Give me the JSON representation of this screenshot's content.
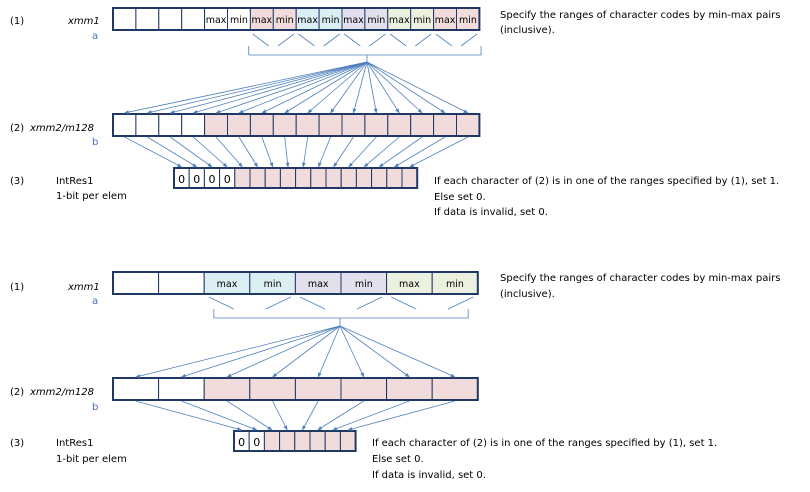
{
  "panel1": {
    "row1": {
      "num": "(1)",
      "name": "xmm1",
      "sub": "a"
    },
    "row2": {
      "num": "(2)",
      "name": "xmm2/m128",
      "sub": "b"
    },
    "row3": {
      "num": "(3)",
      "name": "IntRes1",
      "desc": "1-bit per elem"
    },
    "cell_labels": [
      "max",
      "min",
      "max",
      "min",
      "max",
      "min",
      "max",
      "min",
      "max",
      "min",
      "max",
      "min"
    ],
    "zeros": [
      "0",
      "0",
      "0",
      "0"
    ],
    "note1": [
      "Specify the  ranges of character codes by min-max pairs",
      "(inclusive)."
    ],
    "note3": [
      "If each character of (2) is in one of the ranges specified by (1), set 1.",
      "Else set 0.",
      "If data is invalid, set 0."
    ]
  },
  "panel2": {
    "row1": {
      "num": "(1)",
      "name": "xmm1",
      "sub": "a"
    },
    "row2": {
      "num": "(2)",
      "name": "xmm2/m128",
      "sub": "b"
    },
    "row3": {
      "num": "(3)",
      "name": "IntRes1",
      "desc": "1-bit per elem"
    },
    "cell_labels": [
      "max",
      "min",
      "max",
      "min",
      "max",
      "min"
    ],
    "zeros": [
      "0",
      "0"
    ],
    "note1": [
      "Specify the  ranges of character codes by min-max pairs",
      "(inclusive)."
    ],
    "note3": [
      "If each character of (2) is in one of the ranges specified by (1), set 1.",
      "Else set 0.",
      "If data is invalid, set 0."
    ]
  },
  "colors": {
    "border": "#1f3864",
    "arrow": "#4f81bd",
    "pink": "#f2dcdb",
    "blue": "#dbeef3",
    "lavender": "#e4dfec",
    "green": "#ebf1de"
  }
}
